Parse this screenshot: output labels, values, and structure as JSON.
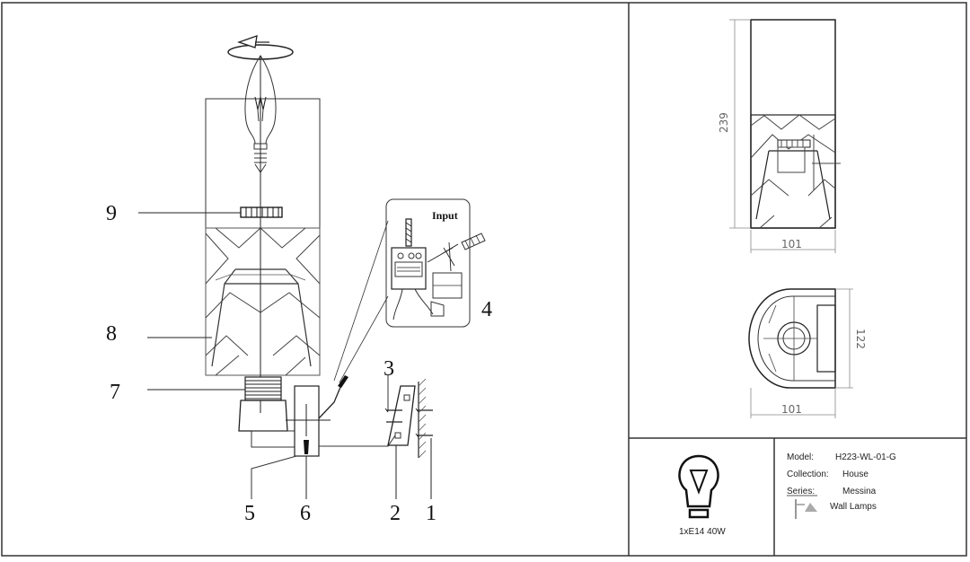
{
  "callouts": [
    "1",
    "2",
    "3",
    "4",
    "5",
    "6",
    "7",
    "8",
    "9"
  ],
  "wiring_label": "Input",
  "dimensions": {
    "height": "239",
    "width_front": "101",
    "width_top": "101",
    "depth": "122"
  },
  "bulb_spec": "1xE14 40W",
  "info": {
    "model_label": "Model:",
    "model_value": "H223-WL-01-G",
    "collection_label": "Collection:",
    "collection_value": "House",
    "series_label": "Series:",
    "series_value": "Messina",
    "type_value": "Wall Lamps"
  }
}
